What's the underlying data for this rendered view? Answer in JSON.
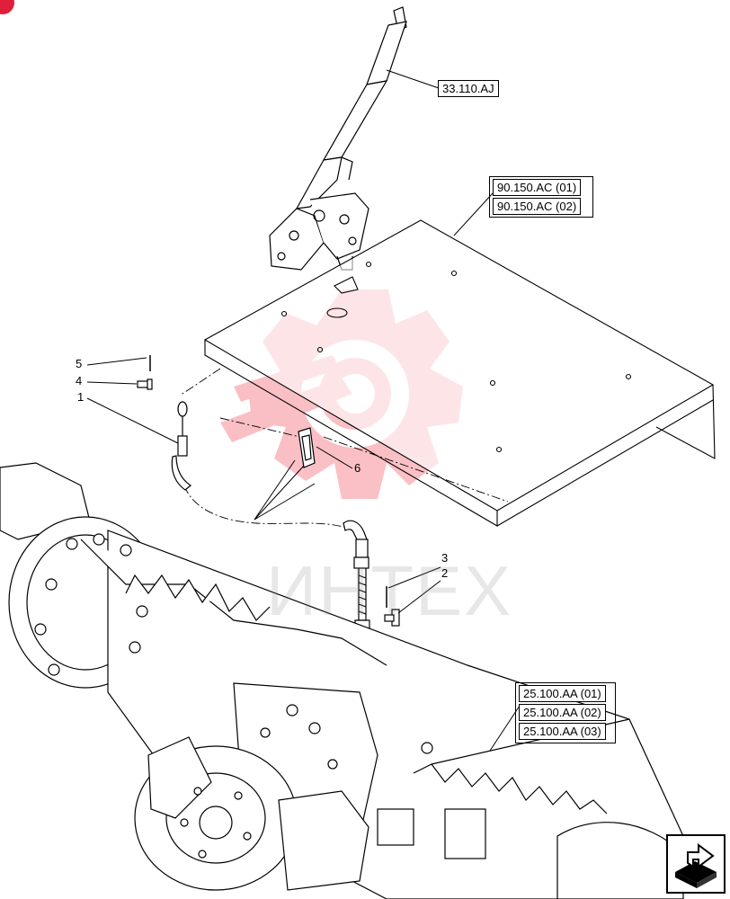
{
  "callouts": {
    "c1": "1",
    "c2": "2",
    "c3": "3",
    "c4": "4",
    "c5": "5",
    "c6": "6"
  },
  "references": {
    "lever": "33.110.AJ",
    "floor_1": "90.150.AC (01)",
    "floor_2": "90.150.AC (02)",
    "axle_1": "25.100.AA (01)",
    "axle_2": "25.100.AA (02)",
    "axle_3": "25.100.AA (03)"
  },
  "watermark": {
    "text": "ИНТЕХ"
  },
  "icons": {
    "nav": "next-page-arrow-icon",
    "watermark_logo": "gear-wrench-logo-icon"
  },
  "colors": {
    "line": "#000000",
    "watermark": "#f04a5a",
    "badge": "#e0203a"
  }
}
